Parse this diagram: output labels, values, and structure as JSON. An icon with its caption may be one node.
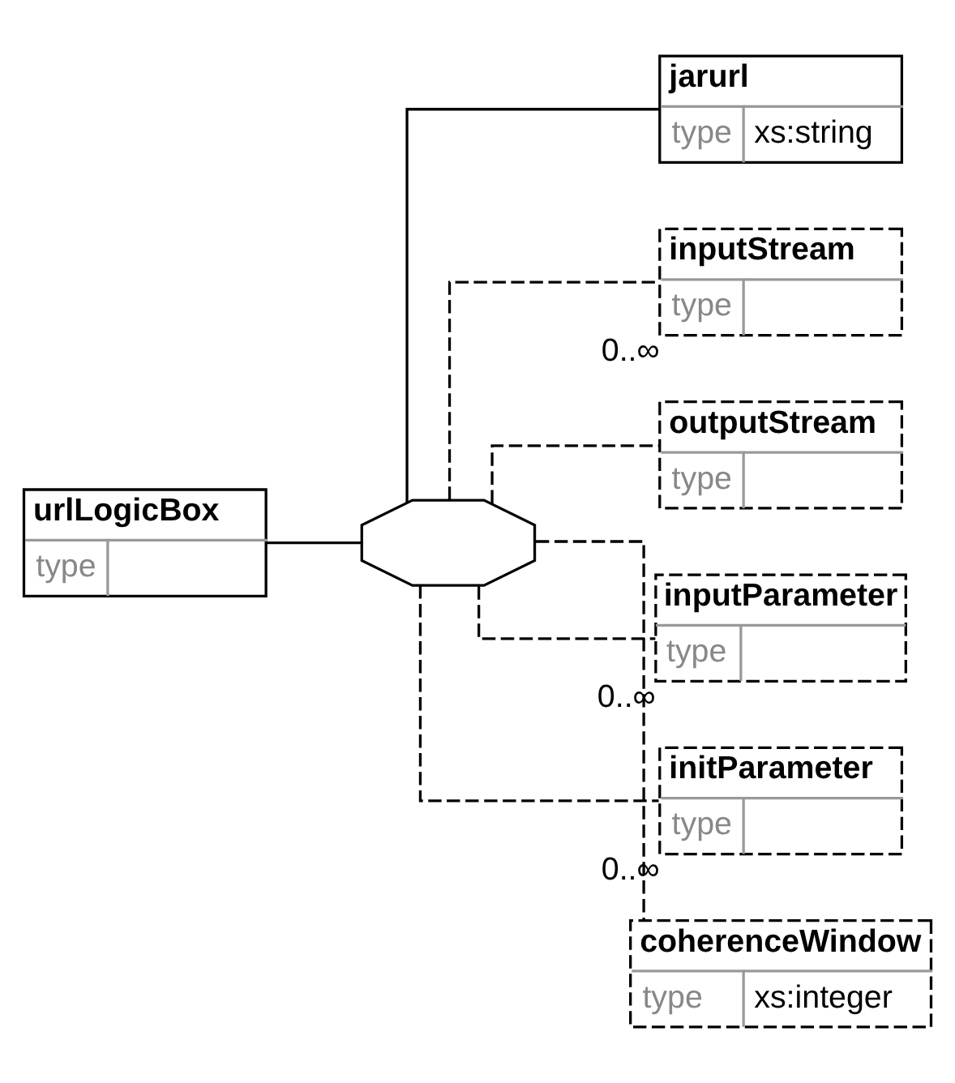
{
  "diagram": {
    "nodes": [
      {
        "text": [
          "urlLogicBox",
          "type"
        ]
      },
      {
        "text": [],
        "shape": "octagon"
      },
      {
        "text": [
          "jarurl",
          "type",
          "xs:string"
        ]
      },
      {
        "text": [
          "inputStream",
          "type"
        ],
        "beside": [
          "0..∞"
        ]
      },
      {
        "text": [
          "outputStream",
          "type"
        ]
      },
      {
        "text": [
          "inputParameter",
          "type"
        ],
        "beside": [
          "0..∞"
        ]
      },
      {
        "text": [
          "initParameter",
          "type"
        ],
        "beside": [
          "0..∞"
        ]
      },
      {
        "text": [
          "coherenceWindow",
          "type",
          "xs:integer"
        ]
      }
    ],
    "edges": [
      {
        "from": 0,
        "to": 1,
        "arrow": "none"
      },
      {
        "from": 1,
        "to": 2,
        "arrow": "none"
      },
      {
        "from": 1,
        "to": 3,
        "arrow": "none",
        "style": "dashed"
      },
      {
        "from": 1,
        "to": 4,
        "arrow": "none",
        "style": "dashed"
      },
      {
        "from": 1,
        "to": 5,
        "arrow": "none",
        "style": "dashed"
      },
      {
        "from": 1,
        "to": 6,
        "arrow": "none",
        "style": "dashed"
      },
      {
        "from": 1,
        "to": 7,
        "arrow": "none",
        "style": "dashed"
      }
    ]
  }
}
